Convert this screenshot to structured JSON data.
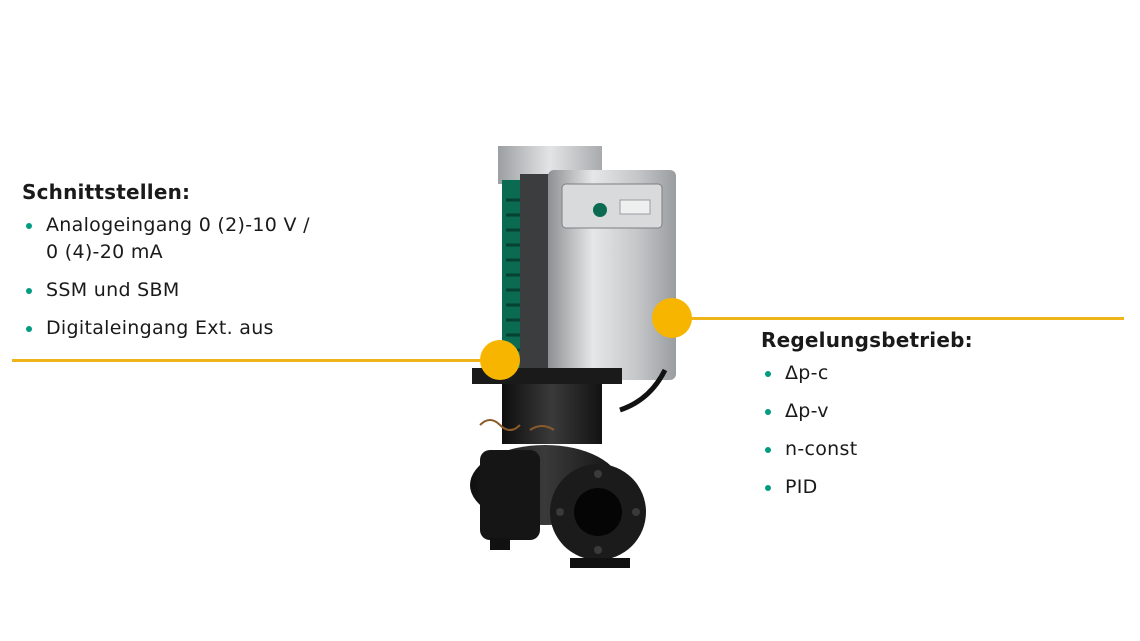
{
  "left": {
    "heading": "Schnittstellen:",
    "items": [
      {
        "line1": "Analogeingang 0 (2)-10 V /",
        "line2": "0 (4)-20 mA"
      },
      {
        "line1": "SSM und SBM"
      },
      {
        "line1": "Digitaleingang Ext. aus"
      }
    ]
  },
  "right": {
    "heading": "Regelungsbetrieb:",
    "items": [
      "Δp-c",
      "Δp-v",
      "n-const",
      "PID"
    ]
  },
  "colors": {
    "accent": "#f7b500",
    "bullet": "#009c82",
    "pump_green": "#0a6b52",
    "module_silver": "#c9cbcd"
  }
}
